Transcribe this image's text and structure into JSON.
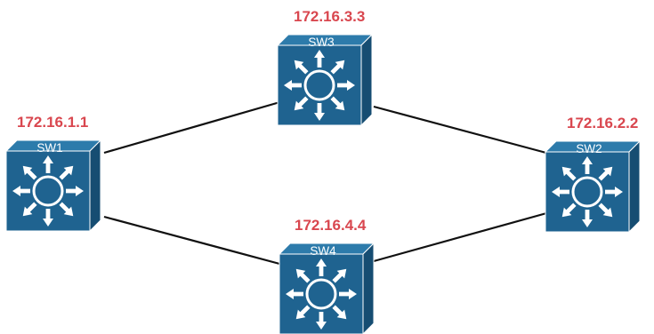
{
  "colors": {
    "switch_front": "#1f6390",
    "switch_top": "#2d7bab",
    "switch_side": "#164d72",
    "ip_label": "#d9474f",
    "link": "#111111"
  },
  "switches": [
    {
      "id": "sw1",
      "name": "SW1",
      "ip": "172.16.1.1",
      "icon": "layer3-switch-icon"
    },
    {
      "id": "sw2",
      "name": "SW2",
      "ip": "172.16.2.2",
      "icon": "layer3-switch-icon"
    },
    {
      "id": "sw3",
      "name": "SW3",
      "ip": "172.16.3.3",
      "icon": "layer3-switch-icon"
    },
    {
      "id": "sw4",
      "name": "SW4",
      "ip": "172.16.4.4",
      "icon": "layer3-switch-icon"
    }
  ],
  "links": [
    {
      "from": "SW1",
      "to": "SW3"
    },
    {
      "from": "SW1",
      "to": "SW4"
    },
    {
      "from": "SW3",
      "to": "SW2"
    },
    {
      "from": "SW4",
      "to": "SW2"
    }
  ]
}
